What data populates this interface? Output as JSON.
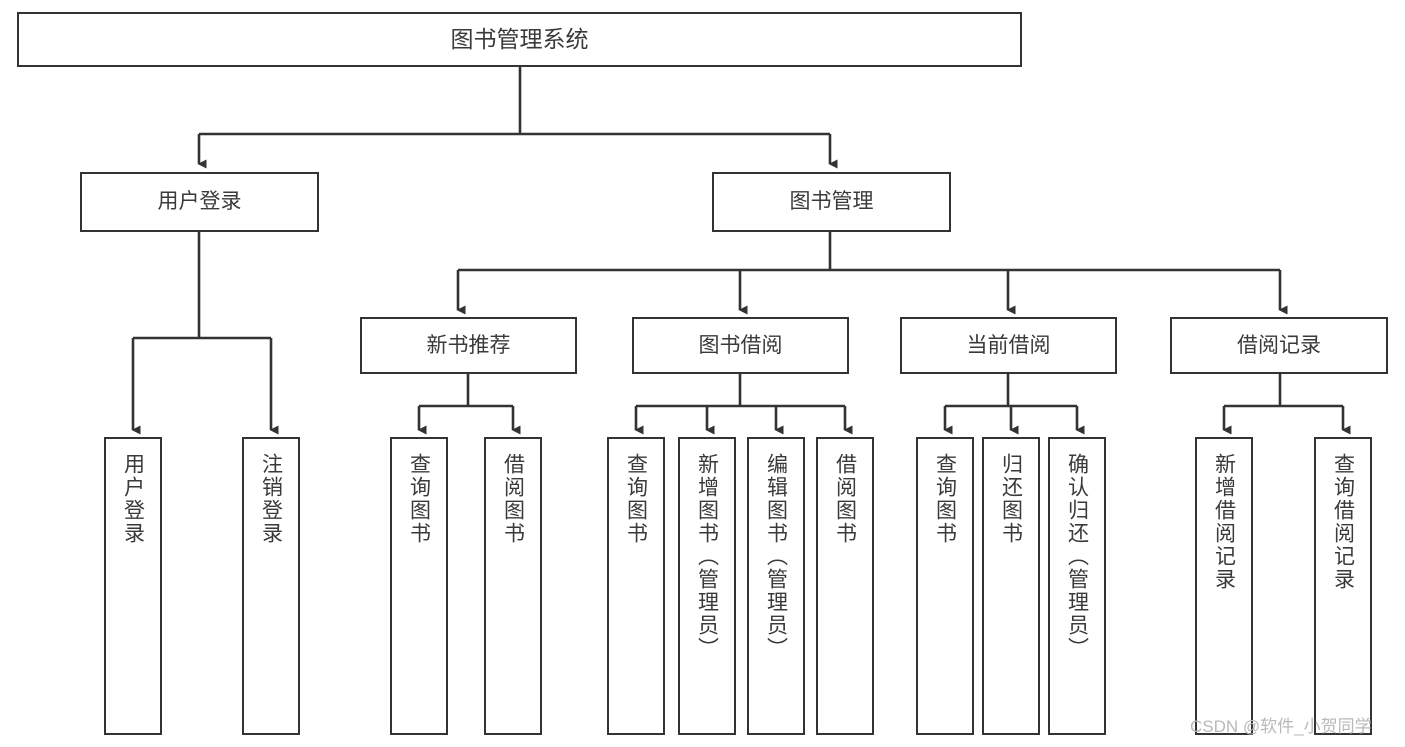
{
  "diagram": {
    "title": "图书管理系统",
    "type": "tree-hierarchy-diagram",
    "colors": {
      "box_border": "#333333",
      "box_fill": "#ffffff",
      "text": "#3a3a3a",
      "connector": "#333333",
      "watermark": "#b9b9b9",
      "background": "#ffffff"
    },
    "root": {
      "label": "图书管理系统"
    },
    "level1": [
      {
        "label": "用户登录"
      },
      {
        "label": "图书管理"
      }
    ],
    "level2": [
      {
        "label": "新书推荐"
      },
      {
        "label": "图书借阅"
      },
      {
        "label": "当前借阅"
      },
      {
        "label": "借阅记录"
      }
    ],
    "leaves": {
      "user_login": [
        {
          "label": "用户登录"
        },
        {
          "label": "注销登录"
        }
      ],
      "new_book_recommend": [
        {
          "label": "查询图书"
        },
        {
          "label": "借阅图书"
        }
      ],
      "book_borrow": [
        {
          "label": "查询图书"
        },
        {
          "label": "新增图书（管理员）"
        },
        {
          "label": "编辑图书（管理员）"
        },
        {
          "label": "借阅图书"
        }
      ],
      "current_borrow": [
        {
          "label": "查询图书"
        },
        {
          "label": "归还图书"
        },
        {
          "label": "确认归还（管理员）"
        }
      ],
      "borrow_record": [
        {
          "label": "新增借阅记录"
        },
        {
          "label": "查询借阅记录"
        }
      ]
    }
  },
  "watermark": {
    "text": "CSDN @软件_小贺同学"
  }
}
